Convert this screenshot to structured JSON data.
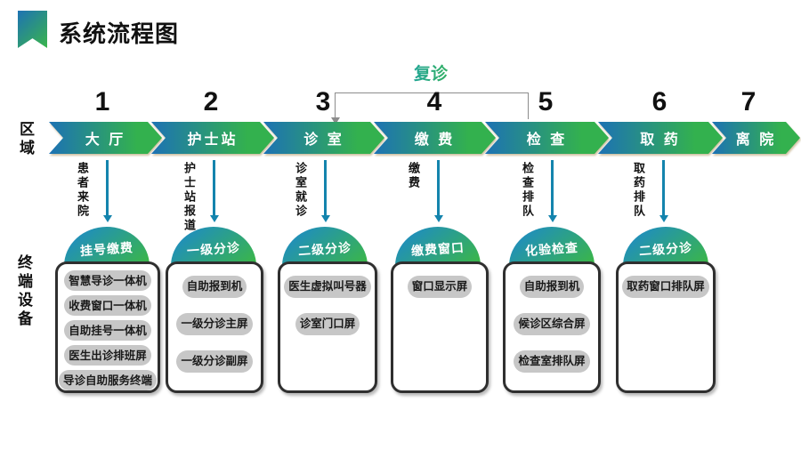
{
  "title": "系统流程图",
  "axis_labels": {
    "area": "区域",
    "terminal": "终端设备"
  },
  "revisit_label": "复诊",
  "stages": [
    {
      "num": "1",
      "name": "大 厅",
      "flow_label": "患者来院",
      "badge": "挂号缴费",
      "devices": [
        "智慧导诊一体机",
        "收费窗口一体机",
        "自助挂号一体机",
        "医生出诊排班屏",
        "导诊自助服务终端"
      ]
    },
    {
      "num": "2",
      "name": "护士站",
      "flow_label": "护士站报道",
      "badge": "一级分诊",
      "devices": [
        "自助报到机",
        "一级分诊主屏",
        "一级分诊副屏"
      ]
    },
    {
      "num": "3",
      "name": "诊 室",
      "flow_label": "诊室就诊",
      "badge": "二级分诊",
      "devices": [
        "医生虚拟叫号器",
        "诊室门口屏"
      ]
    },
    {
      "num": "4",
      "name": "缴 费",
      "flow_label": "缴费",
      "badge": "缴费窗口",
      "devices": [
        "窗口显示屏"
      ]
    },
    {
      "num": "5",
      "name": "检 查",
      "flow_label": "检查排队",
      "badge": "化验检查",
      "devices": [
        "自助报到机",
        "候诊区综合屏",
        "检查室排队屏"
      ]
    },
    {
      "num": "6",
      "name": "取 药",
      "flow_label": "取药排队",
      "badge": "二级分诊",
      "devices": [
        "取药窗口排队屏"
      ]
    },
    {
      "num": "7",
      "name": "离 院",
      "flow_label": null,
      "badge": null,
      "devices": null
    }
  ],
  "colors": {
    "chevron_gradient_start": "#1d72b4",
    "chevron_gradient_end": "#33b14e",
    "badge_gradient_start": "#1f8dc0",
    "badge_gradient_end": "#3ab54b",
    "flow_arrow": "#1484ad",
    "revisit_text_start": "#18a0ae",
    "revisit_text_end": "#3cb54a",
    "pill_bg": "#c7c7c7",
    "card_border": "#2f2f2f",
    "bracket": "#8c8c8c"
  }
}
